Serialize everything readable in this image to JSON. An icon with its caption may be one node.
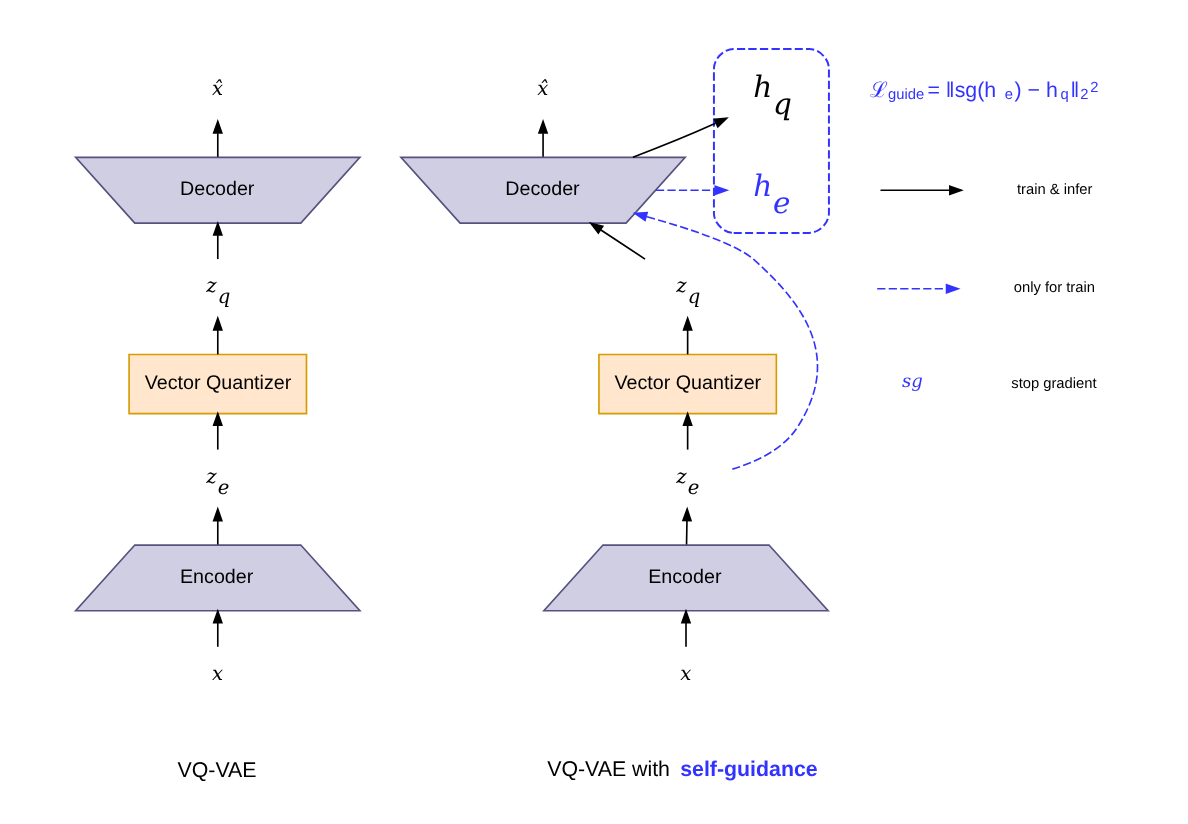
{
  "diagram": {
    "nodes": [
      {
        "text": [
          "x"
        ]
      },
      {
        "text": [
          "Encoder"
        ]
      },
      {
        "text": [
          "z$_{e}$"
        ]
      },
      {
        "text": [
          "Vector Quantizer"
        ]
      },
      {
        "text": [
          "z$_{q}$"
        ]
      },
      {
        "text": [
          "Decoder"
        ]
      },
      {
        "text": [
          "x̂"
        ]
      },
      {
        "text": [
          "x"
        ]
      },
      {
        "text": [
          "Encoder"
        ]
      },
      {
        "text": [
          "z$_{e}$"
        ]
      },
      {
        "text": [
          "Vector Quantizer"
        ]
      },
      {
        "text": [
          "z$_{q}$"
        ]
      },
      {
        "text": [
          "Decoder"
        ]
      },
      {
        "text": [
          "x̂"
        ]
      },
      {
        "text": [],
        "shape": "box"
      },
      {
        "text": [
          "h$_{q}$"
        ],
        "in": 14
      },
      {
        "text": [
          "h$_{e}$"
        ],
        "in": 14
      }
    ],
    "edges": [
      {
        "from": 0,
        "to": 1,
        "arrow": "to"
      },
      {
        "from": 1,
        "to": 2,
        "arrow": "to"
      },
      {
        "from": 2,
        "to": 3,
        "arrow": "to"
      },
      {
        "from": 3,
        "to": 4,
        "arrow": "to"
      },
      {
        "from": 4,
        "to": 5,
        "arrow": "to"
      },
      {
        "from": 5,
        "to": 6,
        "arrow": "to"
      },
      {
        "from": 7,
        "to": 8,
        "arrow": "to"
      },
      {
        "from": 8,
        "to": 9,
        "arrow": "to"
      },
      {
        "from": 9,
        "to": 10,
        "arrow": "to"
      },
      {
        "from": 10,
        "to": 11,
        "arrow": "to"
      },
      {
        "from": 11,
        "to": 12,
        "arrow": "to"
      },
      {
        "from": 12,
        "to": 13,
        "arrow": "to"
      },
      {
        "from": 12,
        "to": 15,
        "arrow": "to"
      },
      {
        "from": 12,
        "to": 16,
        "arrow": "to",
        "style": "dashed",
        "color": "#3333ff"
      },
      {
        "from": 9,
        "to": 12,
        "arrow": "to",
        "style": "dashed",
        "color": "#3333ff"
      }
    ],
    "labels": [
      "ℒ$_{guide}$ = ‖sg(h$_{e}$) − h$_{q}$‖$_{2}$$^{2}$",
      "VQ-VAE",
      "VQ-VAE with **self-guidance**",
      "sg"
    ],
    "legend": [
      {
        "text": "train & infer"
      },
      {
        "text": "only for train"
      },
      {
        "text": "stop gradient"
      }
    ]
  }
}
